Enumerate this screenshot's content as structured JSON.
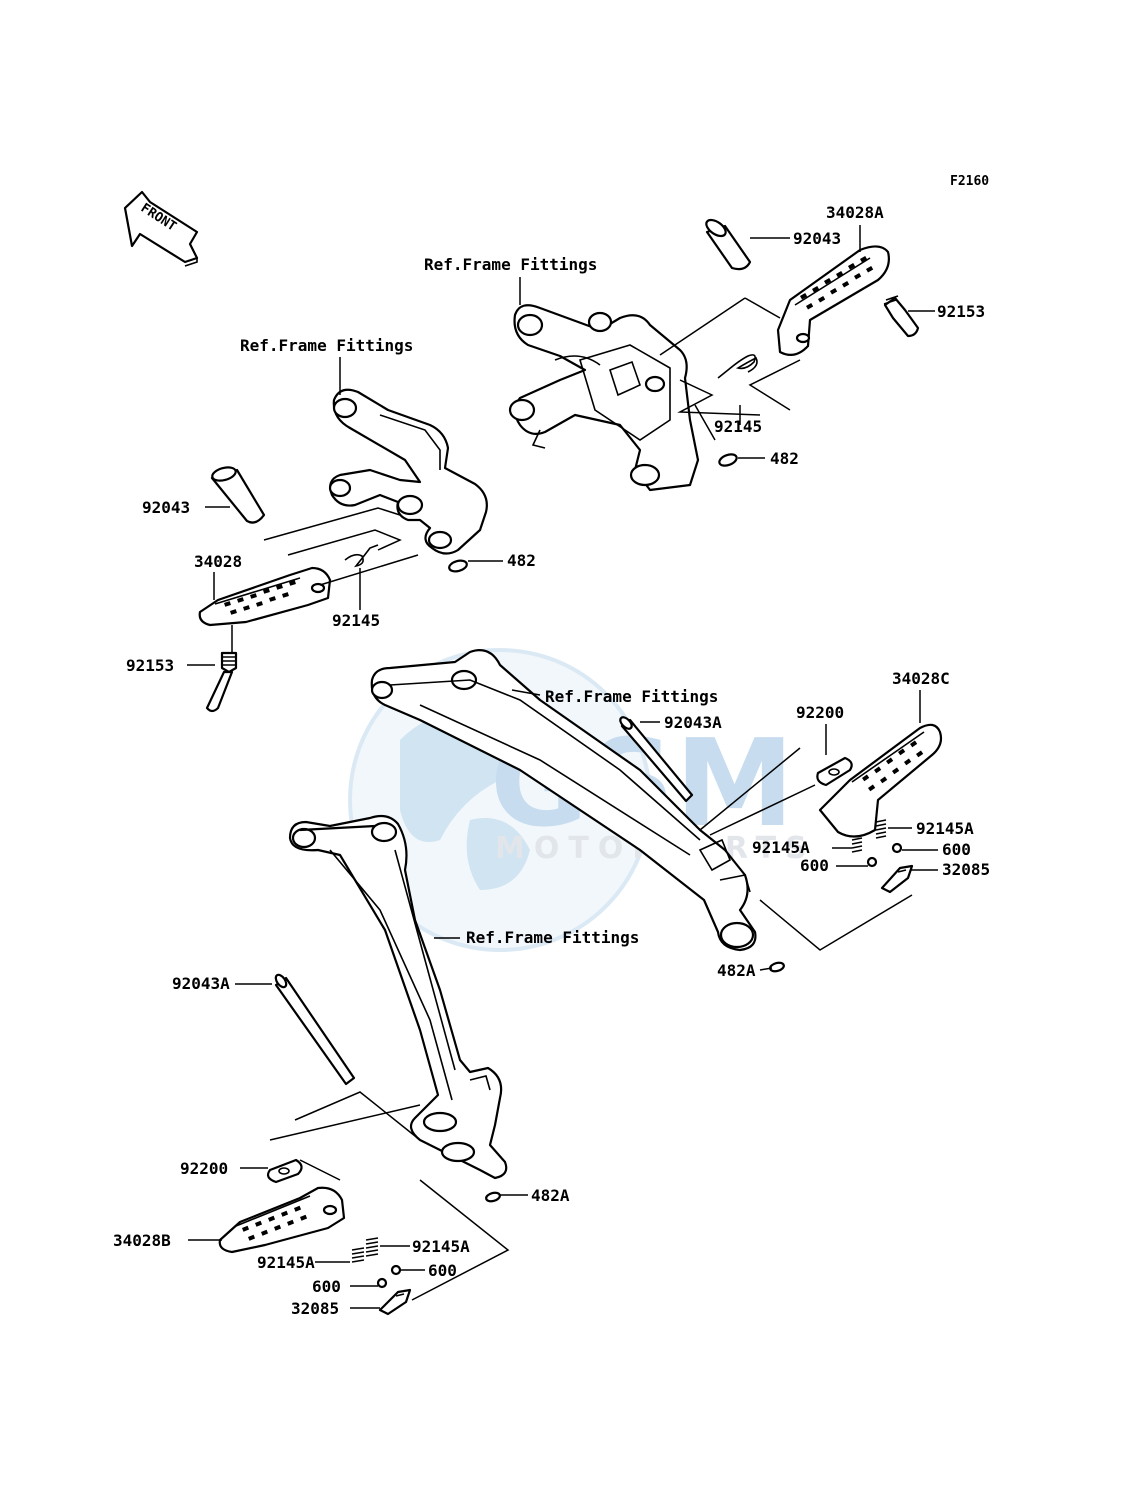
{
  "figure_code": "F2160",
  "front_label": "FRONT",
  "watermark": {
    "brand": "GSM",
    "sub": "MOTORPARTS",
    "color": "#2a7fc3"
  },
  "labels": {
    "ref_frame_top_right": "Ref.Frame Fittings",
    "ref_frame_top_left": "Ref.Frame Fittings",
    "ref_frame_rear_right": "Ref.Frame Fittings",
    "ref_frame_rear_left": "Ref.Frame Fittings",
    "p_92043_tr": "92043",
    "p_34028A": "34028A",
    "p_92153_tr": "92153",
    "p_92145_tr": "92145",
    "p_482_tr": "482",
    "p_92043_tl": "92043",
    "p_34028": "34028",
    "p_92145_tl": "92145",
    "p_482_tl": "482",
    "p_92153_tl": "92153",
    "p_92043A_r": "92043A",
    "p_92200_r": "92200",
    "p_34028C": "34028C",
    "p_92145A_r1": "92145A",
    "p_92145A_r2": "92145A",
    "p_600_r1": "600",
    "p_600_r2": "600",
    "p_32085_r": "32085",
    "p_482A_r": "482A",
    "p_92043A_l": "92043A",
    "p_92200_l": "92200",
    "p_482A_l": "482A",
    "p_34028B": "34028B",
    "p_92145A_l1": "92145A",
    "p_92145A_l2": "92145A",
    "p_600_l1": "600",
    "p_600_l2": "600",
    "p_32085_l": "32085"
  }
}
